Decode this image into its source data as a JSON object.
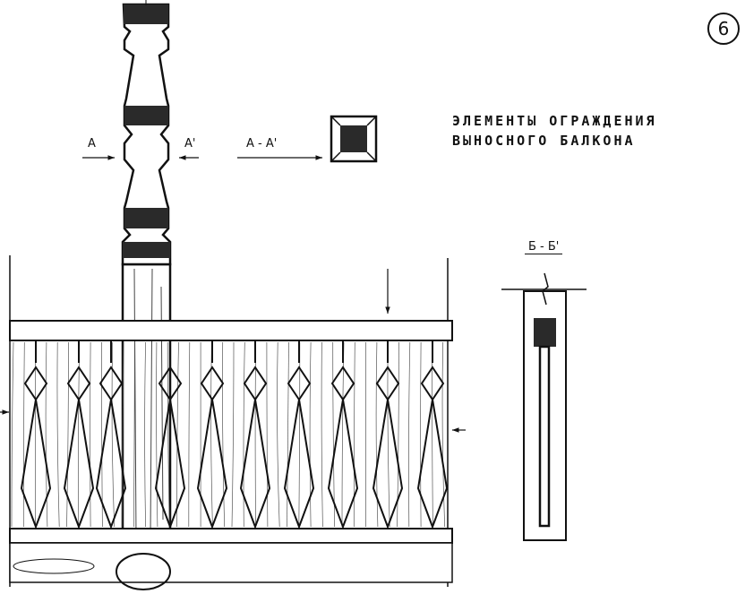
{
  "sheet_number": "6",
  "title_line1": "Элементы ограждения",
  "title_line2": "выносного балкона",
  "section_a_left": "А",
  "section_a_right": "А'",
  "section_a_label": "А - А'",
  "section_b_label": "Б - Б'",
  "ink_color": "#111111",
  "wood_color": "#2a2a2a"
}
